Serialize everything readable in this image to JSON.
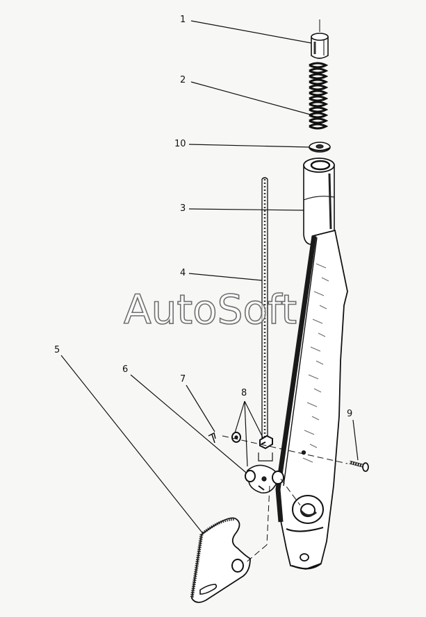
{
  "callouts": [
    {
      "id": "c1",
      "label": "1"
    },
    {
      "id": "c2",
      "label": "2"
    },
    {
      "id": "c10",
      "label": "10"
    },
    {
      "id": "c3",
      "label": "3"
    },
    {
      "id": "c4",
      "label": "4"
    },
    {
      "id": "c5",
      "label": "5"
    },
    {
      "id": "c6",
      "label": "6"
    },
    {
      "id": "c7",
      "label": "7"
    },
    {
      "id": "c8",
      "label": "8"
    },
    {
      "id": "c9",
      "label": "9"
    }
  ],
  "watermark": {
    "text": "AutoSoft"
  }
}
